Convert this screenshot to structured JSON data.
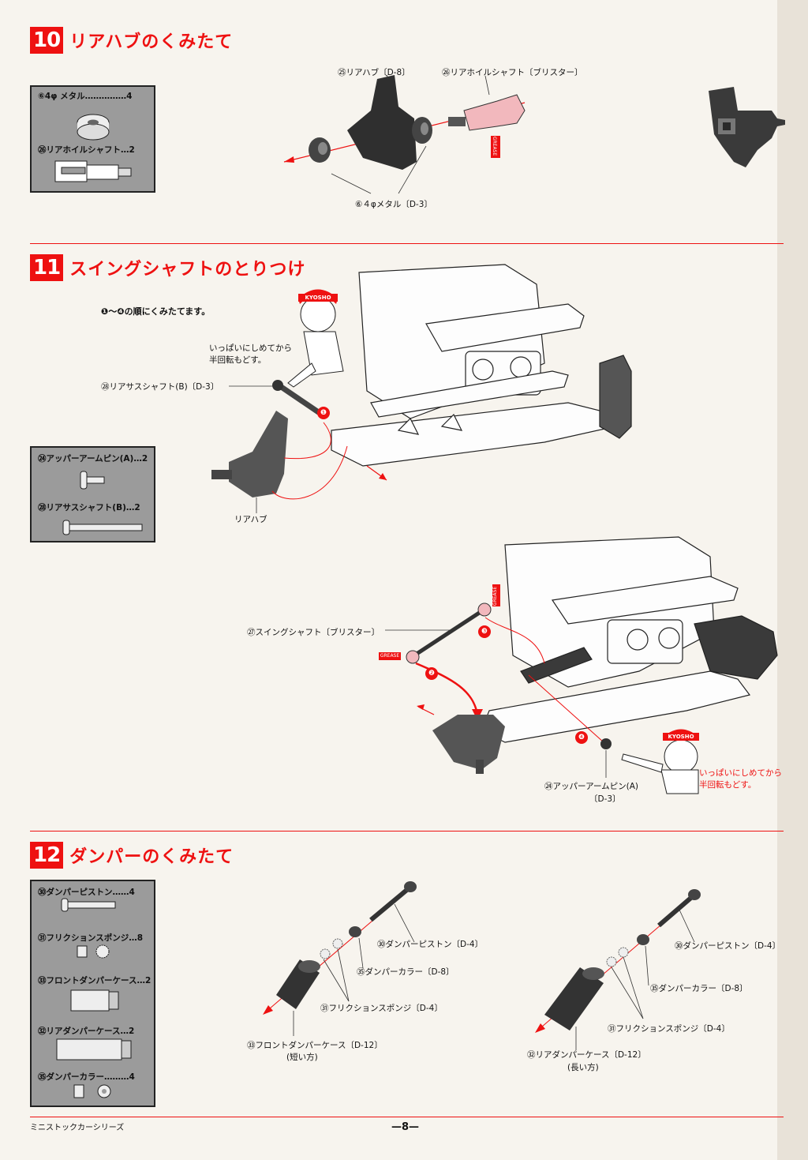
{
  "steps": {
    "s10": {
      "number": "10",
      "title": "リアハブのくみたて",
      "parts": [
        {
          "label": "⑥4φ メタル……………4"
        },
        {
          "label": "㉖リアホイルシャフト…2"
        }
      ],
      "callouts": {
        "rear_hub": "㉕リアハブ〔D-8〕",
        "wheel_shaft": "㉖リアホイルシャフト〔ブリスター〕",
        "metal": "⑥４φメタル〔D-3〕",
        "grease": "GREASE"
      }
    },
    "s11": {
      "number": "11",
      "title": "スイングシャフトのとりつけ",
      "order_note": "❶～❹の順にくみたてます。",
      "parts": [
        {
          "label": "㉔アッパーアームピン(A)…2"
        },
        {
          "label": "㉘リアサスシャフト(B)…2"
        }
      ],
      "callouts": {
        "tip_top": [
          "いっぱいにしめてから",
          "半回転もどす。"
        ],
        "sus_shaft": "㉘リアサスシャフト(B)〔D-3〕",
        "rear_hub": "リアハブ",
        "swing_shaft": "㉗スイングシャフト〔ブリスター〕",
        "grease_a": "GREASE",
        "grease_b": "GREASE",
        "arm_pin": "㉔アッパーアームピン(A)",
        "arm_pin_ref": "〔D-3〕",
        "tip_bottom": [
          "いっぱいにしめてから",
          "半回転もどす。"
        ],
        "badges": [
          "❶",
          "❷",
          "❸",
          "❹"
        ],
        "mascot_cap": "KYOSHO"
      }
    },
    "s12": {
      "number": "12",
      "title": "ダンパーのくみたて",
      "parts": [
        {
          "label": "㉚ダンパーピストン……4"
        },
        {
          "label": "㉛フリクションスポンジ…8"
        },
        {
          "label": "㉝フロントダンパーケース…2"
        },
        {
          "label": "㉜リアダンパーケース…2"
        },
        {
          "label": "㉟ダンパーカラー………4"
        }
      ],
      "front": {
        "piston": "㉚ダンパーピストン〔D-4〕",
        "collar": "㉟ダンパーカラー〔D-8〕",
        "sponge": "㉛フリクションスポンジ〔D-4〕",
        "case": "㉝フロントダンパーケース〔D-12〕",
        "case_note": "(短い方)"
      },
      "rear": {
        "piston": "㉚ダンパーピストン〔D-4〕",
        "collar": "㉟ダンパーカラー〔D-8〕",
        "sponge": "㉛フリクションスポンジ〔D-4〕",
        "case": "㉜リアダンパーケース〔D-12〕",
        "case_note": "(長い方)"
      }
    }
  },
  "footer": {
    "series": "ミニストックカーシリーズ",
    "page": "—8—"
  },
  "colors": {
    "accent": "#e11",
    "parts_box": "#9b9b9b",
    "part_dark": "#3a3a3a"
  }
}
